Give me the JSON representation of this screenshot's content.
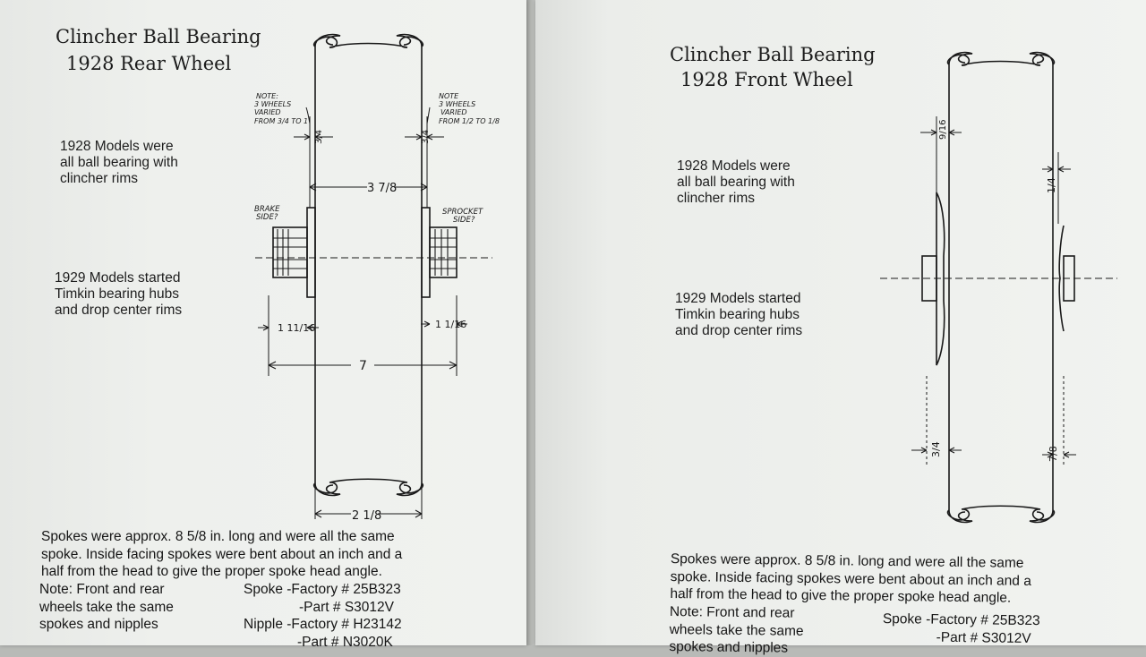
{
  "left": {
    "title_line1": "Clincher Ball Bearing",
    "title_line2": "1928  Rear Wheel",
    "note1928": [
      "1928 Models were",
      "all ball bearing with",
      "clincher rims"
    ],
    "note1929": [
      "1929 Models started",
      "Timkin bearing hubs",
      "and drop center rims"
    ],
    "spokes_text": [
      "Spokes were approx. 8 5/8 in. long and were all the same",
      "spoke.  Inside facing spokes were bent about an inch and a",
      "half from the head to give the proper spoke head angle."
    ],
    "front_rear_note": [
      "Note:  Front and rear",
      "wheels take the same",
      "spokes and nipples"
    ],
    "parts": [
      "Spoke -Factory # 25B323",
      "-Part # S3012V",
      "Nipple -Factory # H23142",
      "-Part # N3020K"
    ],
    "handwritten": {
      "note_left": [
        "NOTE:",
        "3 WHEELS",
        "VARIED",
        "FROM 3/4 TO 1"
      ],
      "note_right": [
        "NOTE",
        "3 WHEELS",
        "VARIED",
        "FROM 1/2 TO 1/8"
      ],
      "brake_side": [
        "BRAKE",
        "SIDE?"
      ],
      "sprocket_side": [
        "SPROCKET",
        "SIDE?"
      ],
      "dim_left_top": "3/4",
      "dim_right_top": "3/4",
      "dim_center": "3 7/8",
      "dim_left_bottom": "1 11/16",
      "dim_right_bottom": "1 1/16",
      "dim_width": "7",
      "dim_rim": "2 1/8"
    }
  },
  "right": {
    "title_line1": "Clincher Ball Bearing",
    "title_line2": "1928  Front Wheel",
    "note1928": [
      "1928 Models were",
      "all ball bearing with",
      "clincher rims"
    ],
    "note1929": [
      "1929 Models started",
      "Timkin bearing hubs",
      "and drop center rims"
    ],
    "spokes_text": [
      "Spokes were approx. 8 5/8 in. long and were all the same",
      "spoke.  Inside facing spokes were bent about an inch and a",
      "half from the head to give the proper spoke head angle."
    ],
    "front_rear_note": [
      "Note:  Front and rear",
      "wheels take the same",
      "spokes and nipples"
    ],
    "parts": [
      "Spoke -Factory # 25B323",
      "-Part # S3012V"
    ],
    "handwritten": {
      "dim_top_left": "9/16",
      "dim_top_right": "1/4",
      "dim_bottom_left": "3/4",
      "dim_bottom_right": "7/8"
    }
  },
  "colors": {
    "ink": "#1a1a1a",
    "paper": "#eef0ed",
    "background": "#b8bab7"
  }
}
